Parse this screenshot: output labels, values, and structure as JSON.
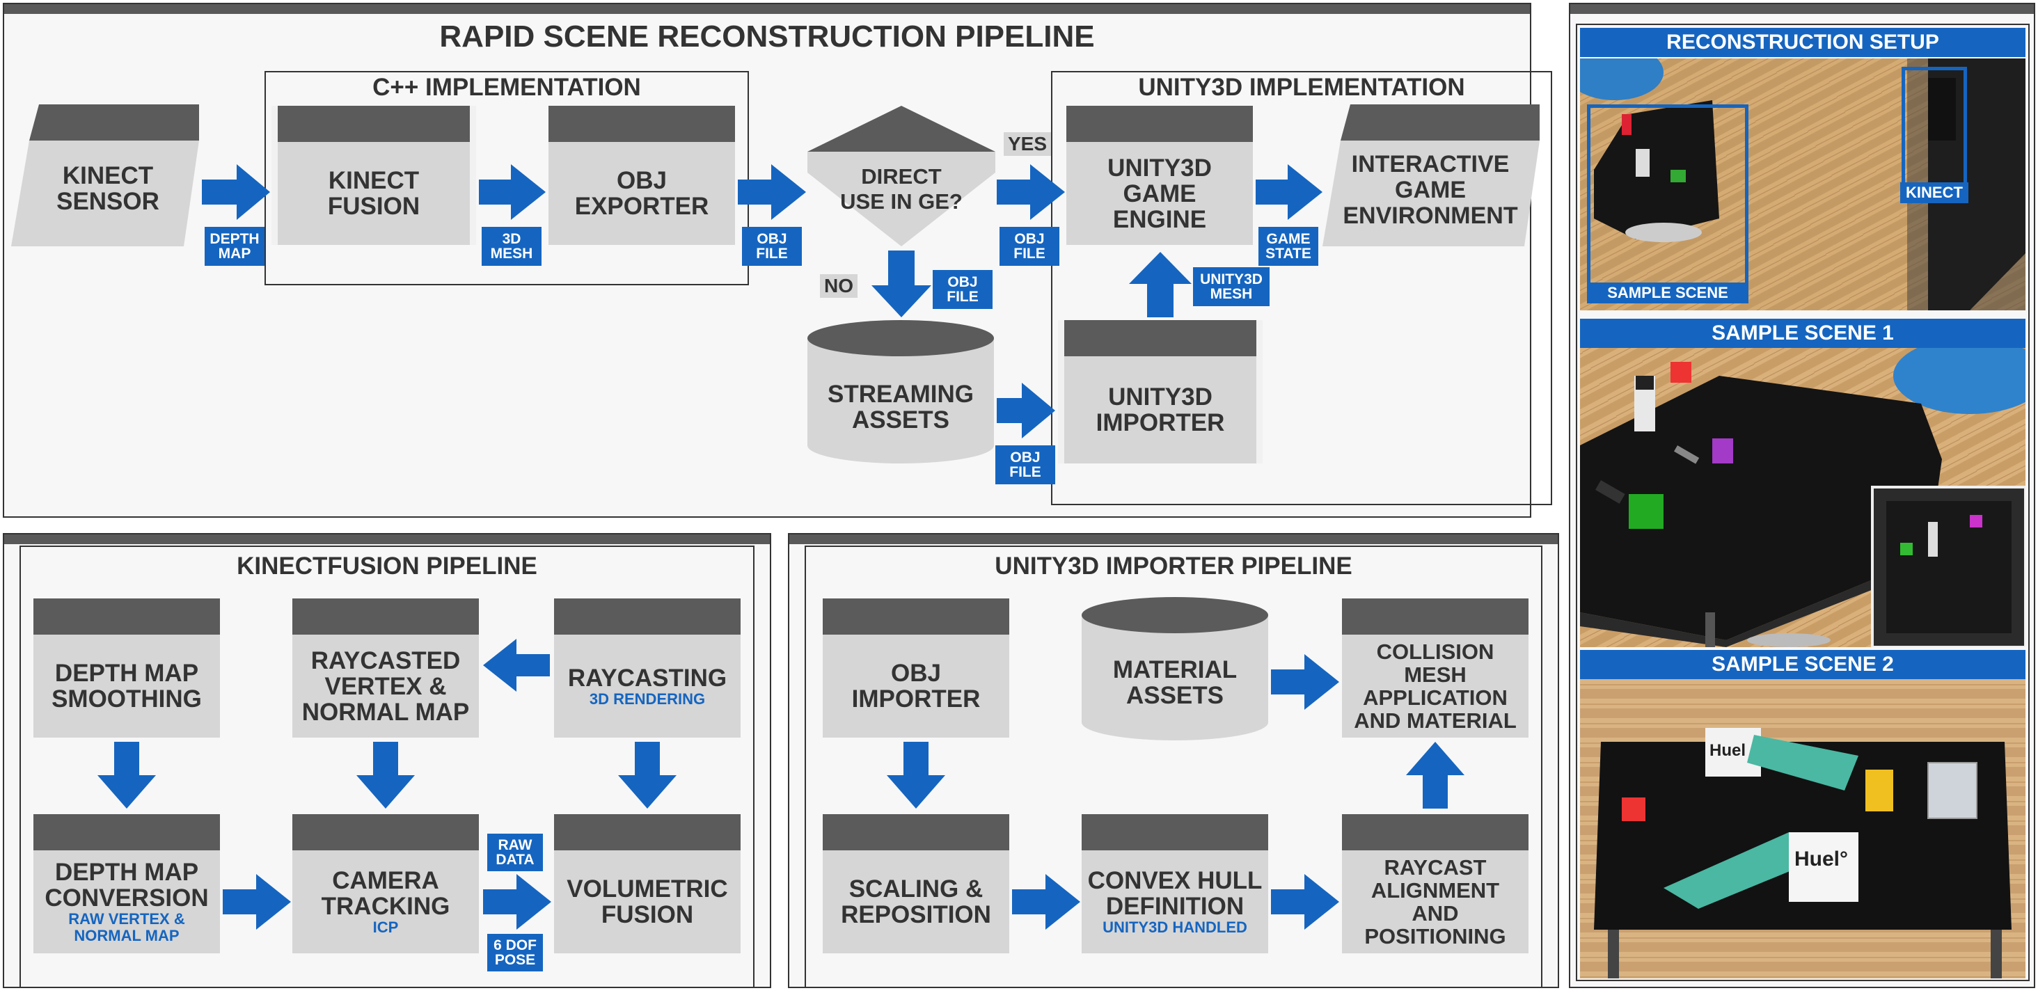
{
  "main": {
    "title": "RAPID SCENE RECONSTRUCTION PIPELINE",
    "cpp_title": "C++ IMPLEMENTATION",
    "unity_title": "UNITY3D IMPLEMENTATION",
    "kinect_sensor": "KINECT\nSENSOR",
    "kinect_fusion": "KINECT\nFUSION",
    "obj_exporter": "OBJ\nEXPORTER",
    "decision": "DIRECT\nUSE IN GE?",
    "yes": "YES",
    "no": "NO",
    "unity_engine": "UNITY3D\nGAME\nENGINE",
    "interactive_env": "INTERACTIVE\nGAME\nENVIRONMENT",
    "streaming_assets": "STREAMING\nASSETS",
    "unity_importer": "UNITY3D\nIMPORTER",
    "tags": {
      "depth_map": "DEPTH\nMAP",
      "mesh_3d": "3D\nMESH",
      "obj_file_1": "OBJ\nFILE",
      "obj_file_2": "OBJ\nFILE",
      "obj_file_3": "OBJ\nFILE",
      "obj_file_4": "OBJ\nFILE",
      "game_state": "GAME\nSTATE",
      "unity_mesh": "UNITY3D\nMESH"
    }
  },
  "kinectfusion": {
    "title": "KINECTFUSION PIPELINE",
    "depth_smoothing": "DEPTH MAP\nSMOOTHING",
    "raycasted": "RAYCASTED\nVERTEX &\nNORMAL MAP",
    "raycasting": "RAYCASTING",
    "raycasting_sub": "3D RENDERING",
    "depth_conversion": "DEPTH MAP\nCONVERSION",
    "depth_conversion_sub": "RAW VERTEX &\nNORMAL MAP",
    "camera_tracking": "CAMERA\nTRACKING",
    "camera_tracking_sub": "ICP",
    "volumetric_fusion": "VOLUMETRIC\nFUSION",
    "raw_data": "RAW\nDATA",
    "six_dof": "6 DOF\nPOSE"
  },
  "unity_importer": {
    "title": "UNITY3D IMPORTER PIPELINE",
    "obj_importer": "OBJ\nIMPORTER",
    "material_assets": "MATERIAL\nASSETS",
    "collision_mesh": "COLLISION\nMESH\nAPPLICATION\nAND MATERIAL",
    "scaling": "SCALING &\nREPOSITION",
    "convex_hull": "CONVEX HULL\nDEFINITION",
    "convex_hull_sub": "UNITY3D HANDLED",
    "raycast_alignment": "RAYCAST\nALIGNMENT\nAND\nPOSITIONING"
  },
  "photos": {
    "setup_title": "RECONSTRUCTION SETUP",
    "kinect_label": "KINECT",
    "sample_scene_label": "SAMPLE SCENE",
    "scene1_title": "SAMPLE SCENE 1",
    "scene2_title": "SAMPLE SCENE 2",
    "huel_1": "Huel",
    "huel_2": "Huel°"
  },
  "colors": {
    "accent_blue": "#1565c0",
    "dark_header": "#5b5b5b",
    "box_gray": "#d6d6d6",
    "panel_bg": "#f7f7f7"
  }
}
